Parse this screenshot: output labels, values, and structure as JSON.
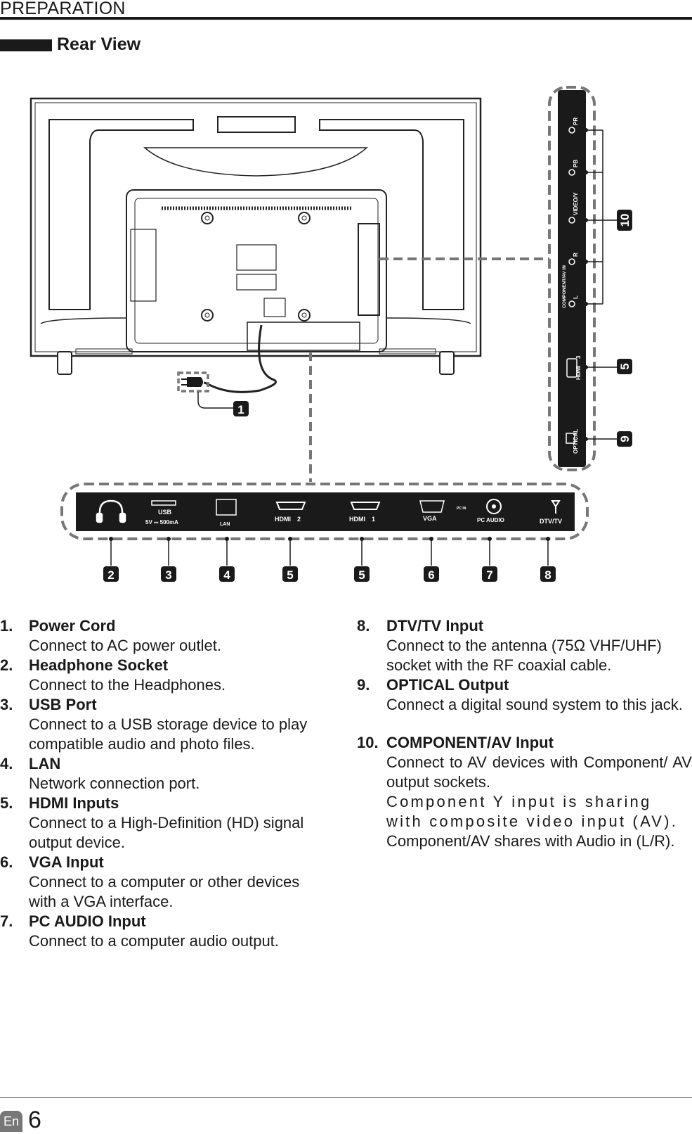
{
  "header": {
    "title": "PREPARATION"
  },
  "section": {
    "title": "Rear View"
  },
  "callout_numbers": {
    "n1": "1",
    "n2": "2",
    "n3": "3",
    "n4": "4",
    "n5": "5",
    "n6": "6",
    "n7": "7",
    "n8": "8",
    "n9": "9",
    "n10": "10"
  },
  "bottom_panel": {
    "usb": "USB",
    "usb_rating": "5V ⎓ 500mA",
    "lan": "LAN",
    "hdmi2": "HDMI",
    "hdmi2_num": "2",
    "hdmi1": "HDMI",
    "hdmi1_num": "1",
    "vga": "VGA",
    "pc_in": "PC  IN",
    "pc_audio": "PC  AUDIO",
    "dtv": "DTV/TV"
  },
  "side_panel": {
    "pr": "PR",
    "pb": "PB",
    "video_y": "VIDEO/Y",
    "r": "R",
    "l": "L",
    "component_av_in": "COMPONENT/AV IN",
    "hdmi3": "HDMI",
    "hdmi3_num": "3",
    "optical": "OPTICAL"
  },
  "items": [
    {
      "num": "1.",
      "title": "Power Cord",
      "desc": "Connect to AC power outlet."
    },
    {
      "num": "2.",
      "title": "Headphone Socket",
      "desc": "Connect to the Headphones."
    },
    {
      "num": "3.",
      "title": "USB Port",
      "desc": "Connect to a USB storage device to play compatible audio and photo files."
    },
    {
      "num": "4.",
      "title": "LAN",
      "desc": "Network connection port."
    },
    {
      "num": "5.",
      "title": "HDMI Inputs",
      "desc": "Connect to a High-Definition (HD) signal output device."
    },
    {
      "num": "6.",
      "title": "VGA Input",
      "desc": "Connect to a computer or other devices with a VGA interface."
    },
    {
      "num": "7.",
      "title": "PC AUDIO Input",
      "desc": "Connect to a computer audio output."
    },
    {
      "num": "8.",
      "title": "DTV/TV Input",
      "desc": "Connect to the antenna (75Ω VHF/UHF) socket with the RF coaxial cable."
    },
    {
      "num": "9.",
      "title": "OPTICAL Output",
      "desc": "Connect a digital sound system to this jack."
    },
    {
      "num": "10.",
      "title": "COMPONENT/AV Input",
      "desc1": "Connect to AV devices with Component/ AV output sockets.",
      "desc2": "Component Y input is sharing with composite video input (AV).",
      "desc3": "Component/AV shares with Audio in (L/R)."
    }
  ],
  "footer": {
    "lang": "En",
    "page": "6"
  }
}
